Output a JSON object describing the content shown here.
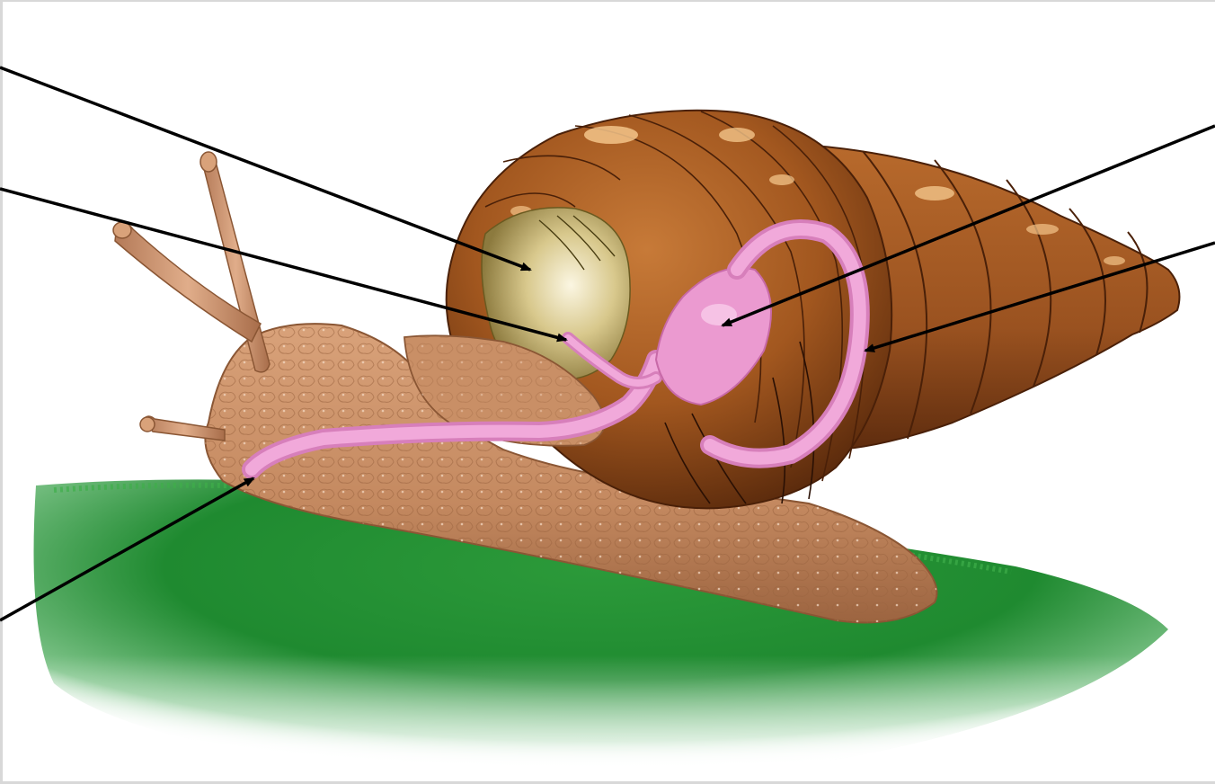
{
  "diagram": {
    "subject": "snail-anatomy",
    "label_texts": [],
    "colors": {
      "background": "#ffffff",
      "shell": "#a2571f",
      "shell_dark": "#5a2a0c",
      "shell_highlight": "#f3c48a",
      "mantle_cavity": "#c9b77a",
      "body": "#c98f66",
      "body_dark": "#8a5634",
      "digestive_tract": "#ee9fd3",
      "grass": "#2c9a3a",
      "grass_dark": "#136b22",
      "pointer_line": "#000000"
    },
    "pointers": [
      {
        "id": "mantle",
        "side": "left"
      },
      {
        "id": "lung-opening",
        "side": "left"
      },
      {
        "id": "mouth",
        "side": "left"
      },
      {
        "id": "stomach",
        "side": "right"
      },
      {
        "id": "intestine",
        "side": "right"
      }
    ]
  }
}
